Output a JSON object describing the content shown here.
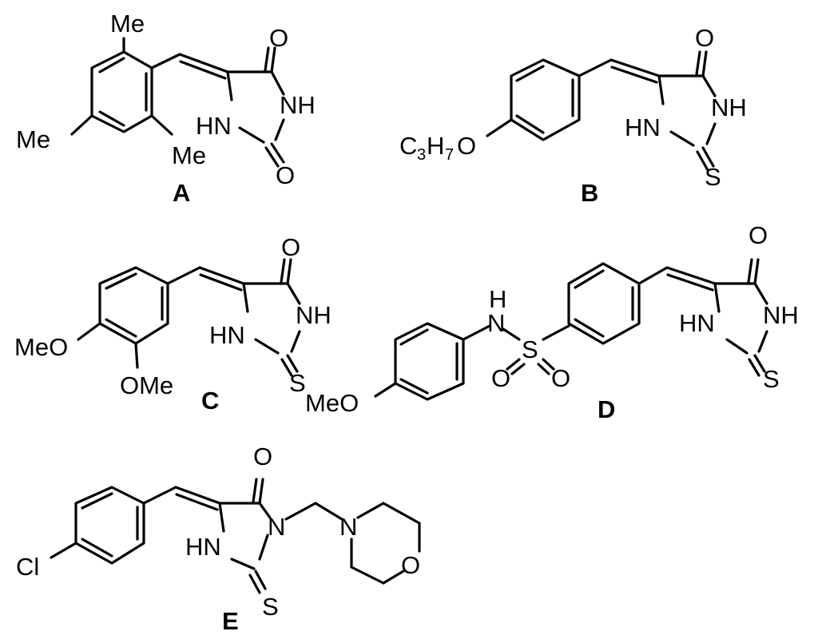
{
  "compounds": [
    {
      "label": "A",
      "atoms": {
        "me_top": "Me",
        "me_left": "Me",
        "me_right": "Me",
        "o_top": "O",
        "nh_right": "NH",
        "hn_left": "HN",
        "o_bottom": "O"
      }
    },
    {
      "label": "B",
      "atoms": {
        "propoxy_c": "C",
        "propoxy_c_sub": "3",
        "propoxy_h": "H",
        "propoxy_h_sub": "7",
        "propoxy_o": "O",
        "o_top": "O",
        "nh_right": "NH",
        "hn_left": "HN",
        "s_bottom": "S"
      }
    },
    {
      "label": "C",
      "atoms": {
        "meo_left": "MeO",
        "ome_bottom": "OMe",
        "o_top": "O",
        "nh_right": "NH",
        "hn_left": "HN",
        "s_bottom": "S"
      }
    },
    {
      "label": "D",
      "atoms": {
        "meo_left": "MeO",
        "nh_h": "H",
        "nh_n": "N",
        "s_center": "S",
        "o_left": "O",
        "o_right": "O",
        "o_top": "O",
        "nh_right": "NH",
        "hn_left": "HN",
        "s_bottom": "S"
      }
    },
    {
      "label": "E",
      "atoms": {
        "cl": "Cl",
        "o_top": "O",
        "n_ring": "N",
        "hn_left": "HN",
        "s_bottom": "S",
        "n_morph": "N",
        "o_morph": "O"
      }
    }
  ]
}
